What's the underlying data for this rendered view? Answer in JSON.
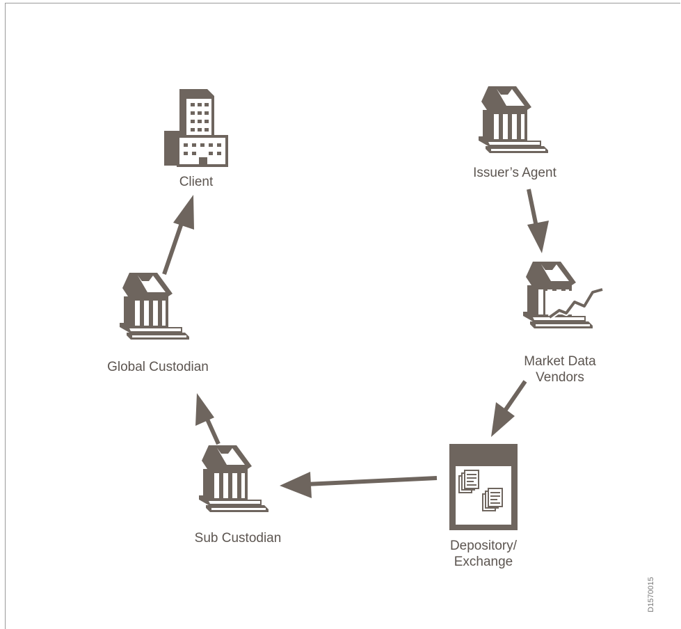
{
  "colors": {
    "icon": "#6e655e",
    "arrow": "#6e655e",
    "text": "#5c5550"
  },
  "nodes": {
    "client": {
      "label": "Client",
      "icon": "office-building-icon"
    },
    "issuers_agent": {
      "label": "Issuer’s Agent",
      "icon": "bank-building-icon"
    },
    "market_data": {
      "label_line1": "Market Data",
      "label_line2": "Vendors",
      "icon": "bank-building-with-chart-icon"
    },
    "depository": {
      "label_line1": "Depository/",
      "label_line2": "Exchange",
      "icon": "documents-panel-icon"
    },
    "sub_custodian": {
      "label": "Sub Custodian",
      "icon": "bank-building-icon"
    },
    "global_custodian": {
      "label": "Global Custodian",
      "icon": "bank-building-icon"
    }
  },
  "flows": [
    {
      "from": "Issuer’s Agent",
      "to": "Market Data Vendors"
    },
    {
      "from": "Market Data Vendors",
      "to": "Depository/Exchange"
    },
    {
      "from": "Depository/Exchange",
      "to": "Sub Custodian"
    },
    {
      "from": "Sub Custodian",
      "to": "Global Custodian"
    },
    {
      "from": "Global Custodian",
      "to": "Client"
    }
  ],
  "figure_code": "D1570015"
}
